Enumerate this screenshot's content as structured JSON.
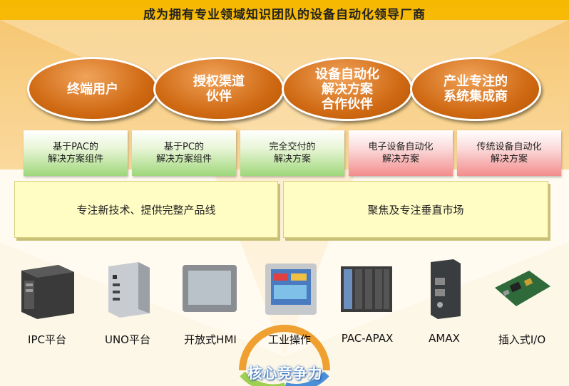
{
  "title": "成为拥有专业领域知识团队的设备自动化领导厂商",
  "partners": [
    {
      "label": "终端用户"
    },
    {
      "label": "授权渠道\n伙伴"
    },
    {
      "label": "设备自动化\n解决方案\n合作伙伴"
    },
    {
      "label": "产业专注的\n系统集成商"
    }
  ],
  "solutions": [
    {
      "label": "基于PAC的\n解决方案组件",
      "color": "green"
    },
    {
      "label": "基于PC的\n解决方案组件",
      "color": "green"
    },
    {
      "label": "完全交付的\n解决方案",
      "color": "green"
    },
    {
      "label": "电子设备自动化\n解决方案",
      "color": "red"
    },
    {
      "label": "传统设备自动化\n解决方案",
      "color": "red"
    }
  ],
  "focus": {
    "left": "专注新技术、提供完整产品线",
    "right": "聚焦及专注垂直市场"
  },
  "products": [
    {
      "label": "IPC平台",
      "icon": "ipc-chassis-icon"
    },
    {
      "label": "UNO平台",
      "icon": "uno-box-pc-icon"
    },
    {
      "label": "开放式HMI",
      "icon": "hmi-panel-icon"
    },
    {
      "label": "工业操作",
      "icon": "touch-panel-icon"
    },
    {
      "label": "PAC-APAX",
      "icon": "pac-module-icon"
    },
    {
      "label": "AMAX",
      "icon": "amax-module-icon"
    },
    {
      "label": "插入式I/O",
      "icon": "io-board-icon"
    }
  ],
  "core": "核心竞争力",
  "colors": {
    "top_band": "#f6b400",
    "oval": "#d06a14",
    "arrow": "#f5c16a"
  }
}
